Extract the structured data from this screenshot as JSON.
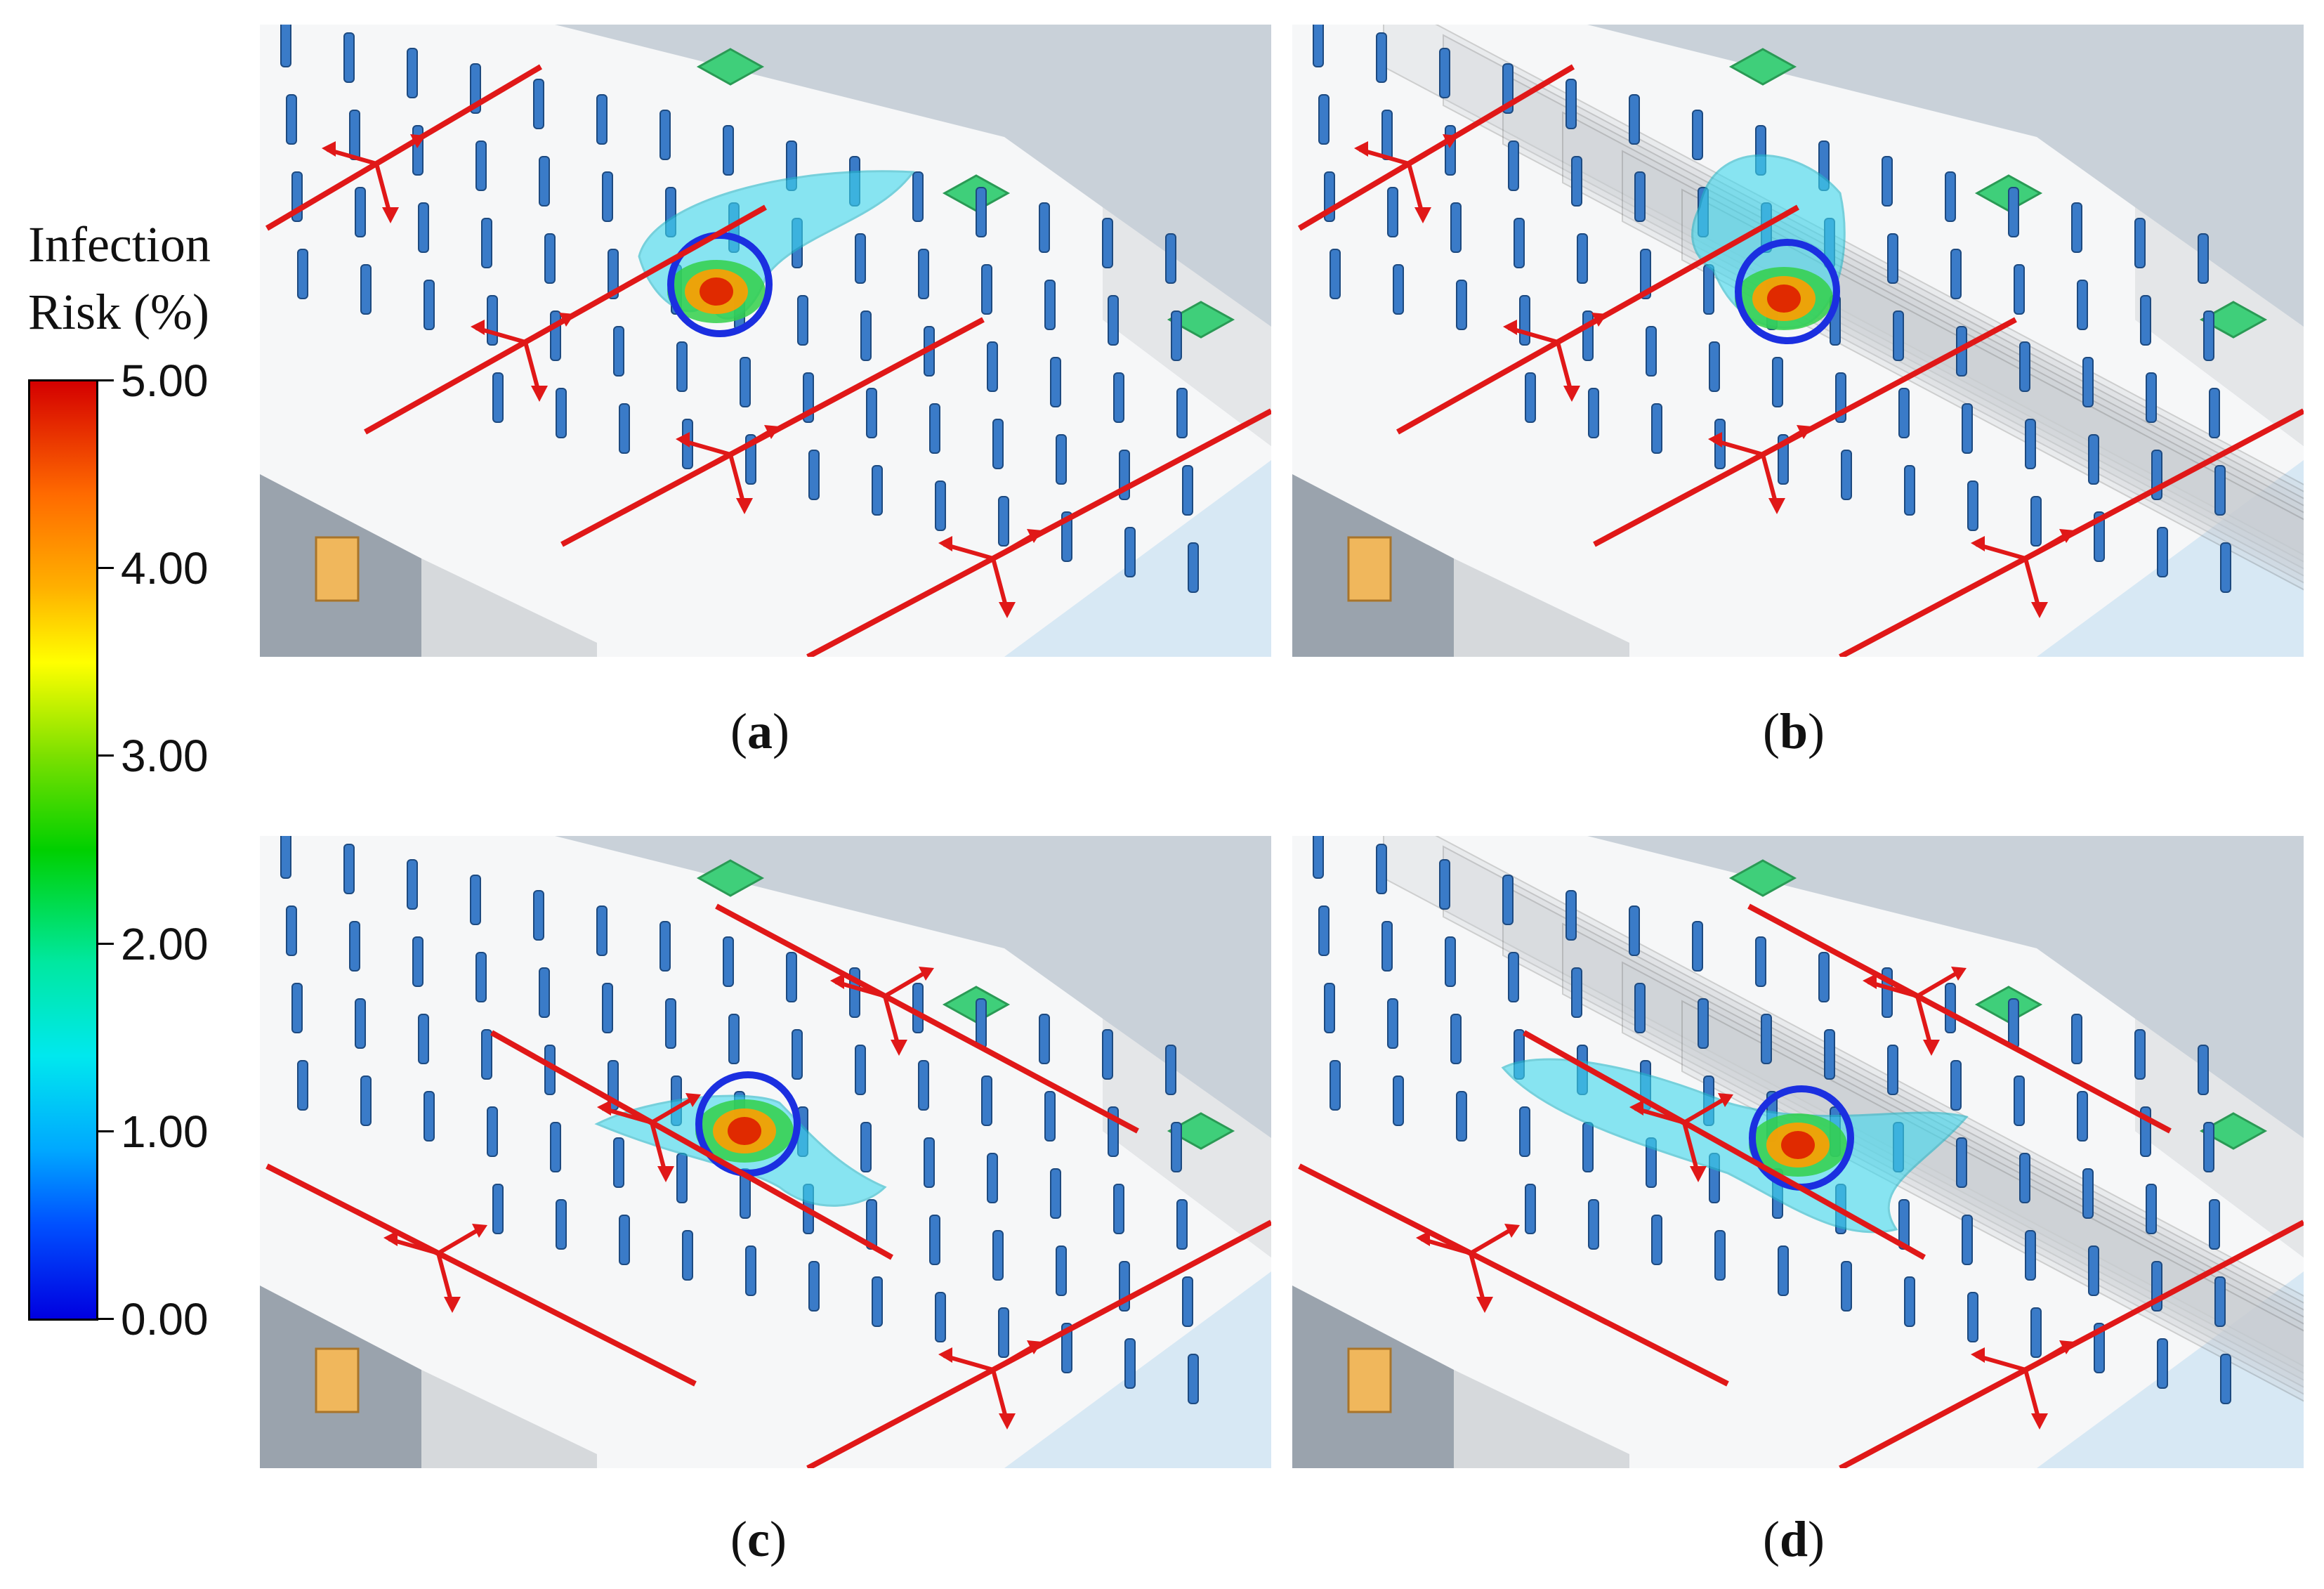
{
  "legend": {
    "title_line1": "Infection",
    "title_line2": "Risk (%)",
    "ticks": [
      "5.00",
      "4.00",
      "3.00",
      "2.00",
      "1.00",
      "0.00"
    ]
  },
  "panels": [
    {
      "label": "a",
      "partitions": false,
      "plume": "small"
    },
    {
      "label": "b",
      "partitions": true,
      "plume": "vertical"
    },
    {
      "label": "c",
      "partitions": false,
      "plume": "diagonal"
    },
    {
      "label": "d",
      "partitions": true,
      "plume": "elongated"
    }
  ],
  "colors": {
    "airflow_line": "#e01818",
    "source_circle": "#1b2fe0",
    "occupant": "#3a7bc8",
    "vent": "#3fcf7a",
    "plume": "#3ed8ee"
  }
}
